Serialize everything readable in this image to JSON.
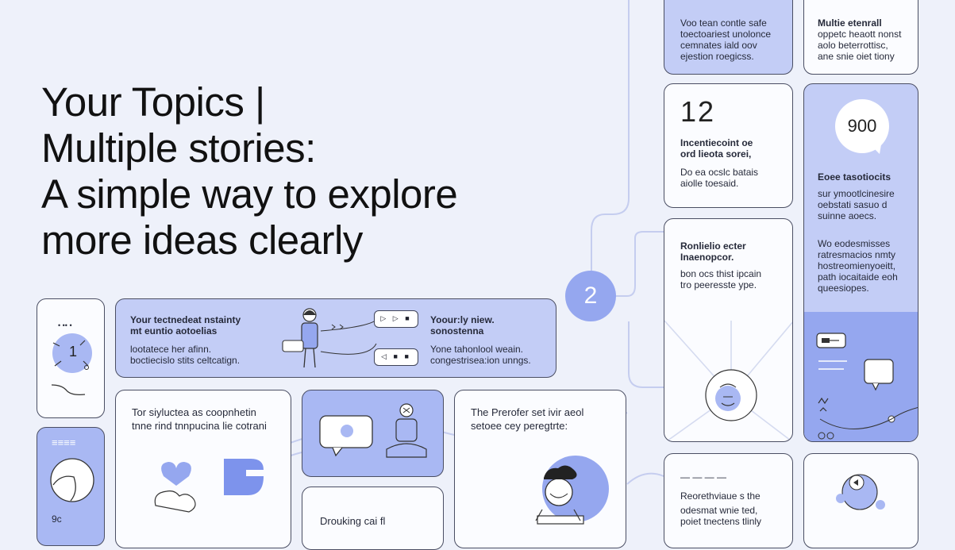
{
  "headline": {
    "line1": "Your Topics |",
    "line2": "Multiple stories:",
    "line3": "A simple way to explore",
    "line4": "more ideas clearly"
  },
  "step_badge": "2",
  "cards": {
    "top_left_blue": {
      "lines": [
        "Voo tean contle safe",
        "toectoariest unolonce",
        "cemnates iald oov",
        "ejestion roegicss."
      ]
    },
    "top_right": {
      "title": "Multie etenrall",
      "lines": [
        "oppetc heaott nonst",
        "aolo beterrottisc,",
        "ane snie oiet tiony"
      ]
    },
    "number_card": {
      "number": "12",
      "title_line1": "Incentiecoint oe",
      "title_line2": "ord lieota sorei,",
      "line1": "Do ea ocslc batais",
      "line2": "aiolle toesaid."
    },
    "right_blue": {
      "bubble": "900",
      "title": "Eoee tasotiocits",
      "lines1": [
        "sur ymootlcinesire",
        "oebstati sasuo d",
        "suinne aoecs."
      ],
      "lines2": [
        "Wo eodesmisses",
        "ratresmacios nmty",
        "hostreomienyoeitt,",
        "path iocaitaide eoh",
        "queesiopes."
      ]
    },
    "middle_card": {
      "title_line1": "Ronlielio ecter",
      "title_line2": "Inaenopcor.",
      "line1": "bon ocs thist ipcain",
      "line2": "tro peeresste ype."
    },
    "banner": {
      "left_title1": "Your tectnedeat nstainty",
      "left_title2": "mt euntio aotoelias",
      "left_line1": "lootatece her afinn.",
      "left_line2": "boctiecislo stits celtcatign.",
      "pill1": "▷ ▷ ■",
      "pill2": "◁ ■ ■",
      "right_title1": "Yoour:ly niew.",
      "right_title2": "sonostenna",
      "right_line1": "Yone tahonlool weain.",
      "right_line2": "congestrisea:ion unngs."
    },
    "lower_left": {
      "line1": "Tor siyluctea as coopnhetin",
      "line2": "tnne rind tnnpucina lie cotrani"
    },
    "lower_mid": {
      "text": "Drouking cai fl"
    },
    "lower_right": {
      "line1": "The Prerofer set ivir aeol",
      "line2": "setoee cey peregtrte:"
    },
    "bottom_right": {
      "dash": "— — — —",
      "line1": "Reorethviaue s the",
      "line2": "odesmat wnie ted,",
      "line3": "poiet tnectens tlinly"
    },
    "left_small": {
      "dots": "• •• •",
      "number": "1"
    },
    "left_blue": {
      "dash": "≡≡≡≡"
    },
    "left_small_bottom": {
      "glyph": "9c"
    }
  },
  "colors": {
    "background": "#eef1fa",
    "accent_blue": "#a9b8f3",
    "light_blue": "#c3cdf6",
    "line": "#4a4e63",
    "connector": "#c5cdef"
  }
}
